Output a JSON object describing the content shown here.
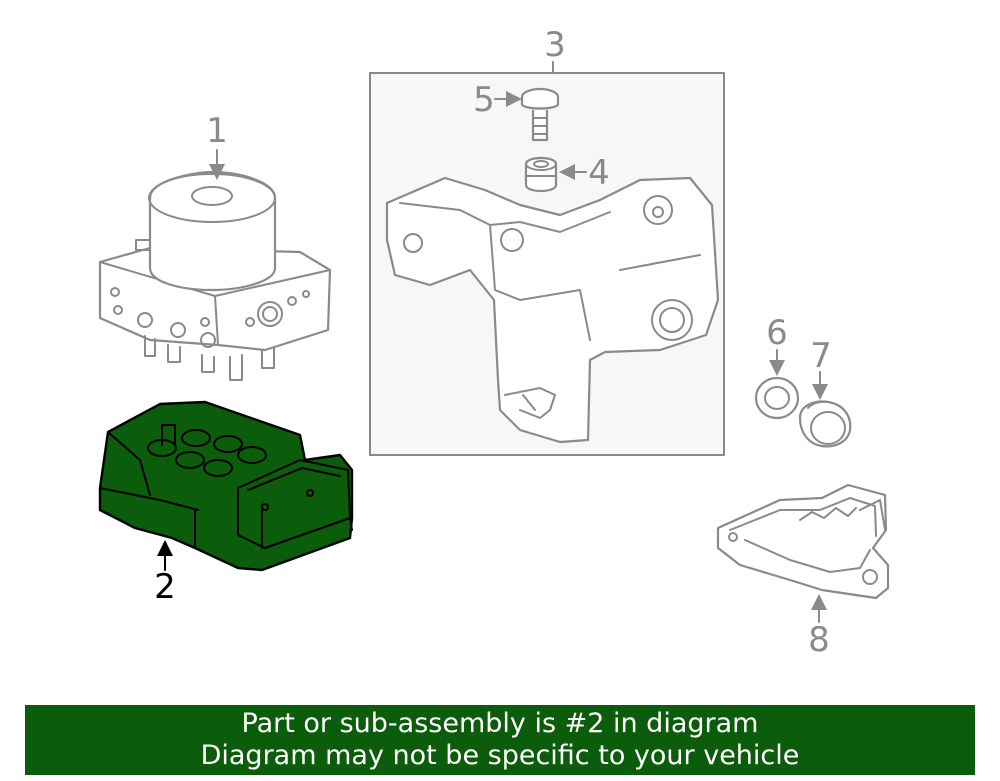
{
  "diagram": {
    "callouts": {
      "c1": "1",
      "c2": "2",
      "c3": "3",
      "c4": "4",
      "c5": "5",
      "c6": "6",
      "c7": "7",
      "c8": "8"
    },
    "highlighted_part": "2"
  },
  "banner": {
    "line1": "Part or sub-assembly is #2 in diagram",
    "line2": "Diagram may not be specific to your vehicle"
  },
  "colors": {
    "highlight_fill": "#0b5d0b",
    "banner_background": "#0b5d0b",
    "banner_text": "#ffffff",
    "part_stroke": "#8a8a8a",
    "bracket_box_background": "#f7f7f7"
  }
}
